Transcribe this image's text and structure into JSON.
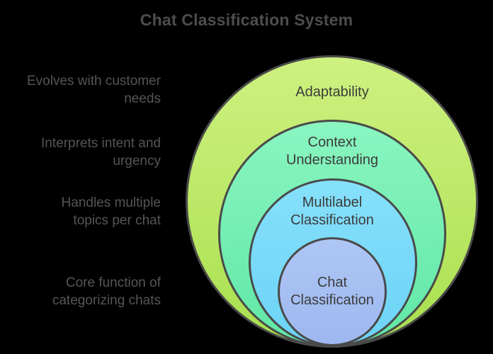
{
  "title": "Chat Classification System",
  "colors": {
    "background": "#000000",
    "ring_border": "#4a4a4a",
    "title_text": "#4d4d4d",
    "annotation_text": "#555555",
    "ring_label_text": "#3b3b3b"
  },
  "rings": [
    {
      "label": "Adaptability",
      "annotation": "Evolves with customer\nneeds",
      "fill": {
        "top": "#cef180",
        "bottom": "#a9e04e"
      }
    },
    {
      "label": "Context\nUnderstanding",
      "annotation": "Interprets intent and\nurgency",
      "fill": {
        "top": "#8af5c0",
        "bottom": "#5fe7a6"
      }
    },
    {
      "label": "Multilabel\nClassification",
      "annotation": "Handles multiple\ntopics per chat",
      "fill": {
        "top": "#86e0fa",
        "bottom": "#6cd3f6"
      }
    },
    {
      "label": "Chat\nClassification",
      "annotation": "Core function of\ncategorizing chats",
      "fill": {
        "top": "#aec6f4",
        "bottom": "#9eb8f0"
      }
    }
  ]
}
